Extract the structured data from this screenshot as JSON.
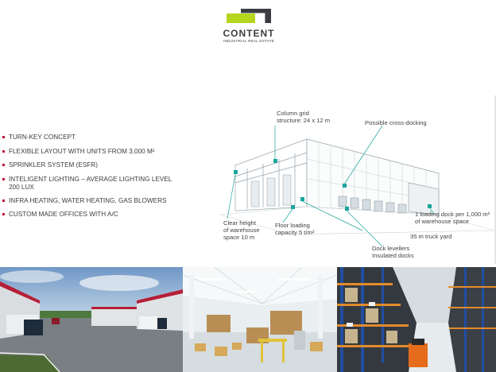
{
  "brand": {
    "name": "CONTENT",
    "tagline": "INDUSTRIAL REAL ESTATE",
    "colors": {
      "lime": "#b6d61e",
      "dark": "#3b3d42",
      "accent": "#c0103a",
      "teal": "#1aa59a"
    }
  },
  "features": [
    "TURN-KEY CONCEPT",
    "FLEXIBLE LAYOUT WITH UNITS FROM 3,000 m²",
    "SPRINKLER SYSTEM (ESFR)",
    "INTELIGENT LIGHTING – AVERAGE LIGHTING LEVEL 200 LUX",
    "INFRA HEATING, WATER HEATING, GAS BLOWERS",
    "CUSTOM MADE OFFICES WITH A/C"
  ],
  "diagram": {
    "column_grid": "Column grid\nstructure: 24 x 12 m",
    "cross_docking": "Possible cross-docking",
    "clear_height": "Clear height\nof warehouse\nspace 10 m",
    "floor_loading": "Floor loading\ncapacity 5 t/m²",
    "loading_dock": "1 loading dock per 1,000 m²\nof warehouse space",
    "truck_yard": "35 m truck yard",
    "dock_levellers": "Dock levellers\nInsulated docks"
  },
  "photos": [
    {
      "name": "exterior-truck-yard-photo"
    },
    {
      "name": "interior-warehouse-photo"
    },
    {
      "name": "high-bay-racking-photo"
    }
  ]
}
